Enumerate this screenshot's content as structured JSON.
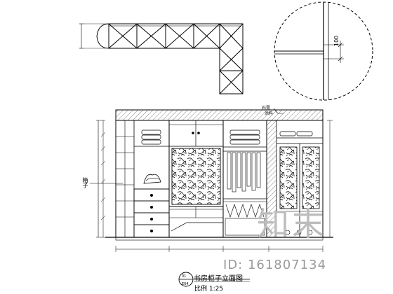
{
  "drawing": {
    "title": "书房柜子立面图",
    "scale": "比例 1:25",
    "sheet_index_top": "01",
    "sheet_index_bottom": "E04",
    "detail_dimension": "100",
    "side_label": "箱子",
    "callout_top": "石膏",
    "callout_bottom": "涂料"
  },
  "watermark": {
    "logo_text": "知末",
    "id_text": "ID: 161807134"
  }
}
